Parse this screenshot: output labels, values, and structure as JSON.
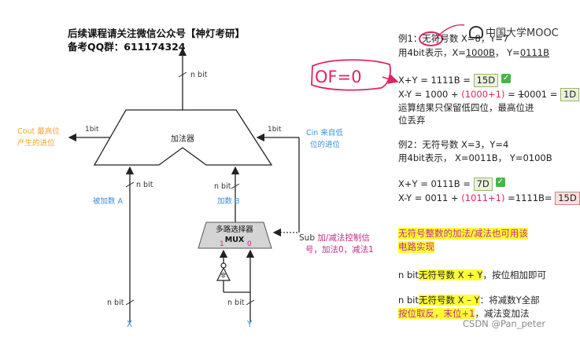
{
  "header": {
    "line1": "后续课程请关注微信公众号【神灯考研】",
    "line2": "备考QQ群：611174324"
  },
  "mooc_label": "中国大学MOOC",
  "diagram": {
    "adder_label": "加法器",
    "n_bit": "n bit",
    "one_bit": "1bit",
    "cout_label_1": "Cout 最高位",
    "cout_label_2": "产生的进位",
    "cin_label_1": "Cin 来自低",
    "cin_label_2": "位的进位",
    "addend_a": "被加数 A",
    "addend_b": "加数 B",
    "mux_label_1": "多路选择器",
    "mux_label_2": "MUX",
    "mux_in1": "1",
    "mux_in0": "0",
    "not_label": "非",
    "input_x": "X",
    "input_y": "Y",
    "sub_label_1": "Sub",
    "sub_label_2": " 加/减法控制信",
    "sub_label_3": "号，加法0，减法1"
  },
  "annotation": {
    "ofz": "OF=0"
  },
  "panel": {
    "ex1_title_a": "例1：",
    "ex1_title_b": "无符",
    "ex1_title_c": "号数 X=8，Y=7",
    "ex1_bits_a": "用4bit表示，X=",
    "ex1_bits_x": "1000B",
    "ex1_bits_b": "，  Y=",
    "ex1_bits_y": "0111B",
    "ex1_add": "X+Y = 1111B  = ",
    "ex1_add_box": "15D",
    "ex1_sub_a": "X-Y = 1000 + ",
    "ex1_sub_b": "(1000+1)",
    "ex1_sub_c": " = ",
    "ex1_sub_d": "1",
    "ex1_sub_e": "0001 = ",
    "ex1_sub_box": "1D",
    "ex1_note1": "运算结果只保留低四位，最高位进",
    "ex1_note2": "位丢弃",
    "ex2_title": "例2：无符号数 X=3，Y=4",
    "ex2_bits": "用4bit表示，  X=0011B，  Y=0100B",
    "ex2_add": "X+Y = 0111B = ",
    "ex2_add_box": "7D",
    "ex2_sub_a": "X-Y = 0011 + ",
    "ex2_sub_b": "(1011+1)",
    "ex2_sub_c": " =1111B= ",
    "ex2_sub_box": "15D",
    "summary1": "无符号整数的加法/减法也可用该",
    "summary2": "电路实现",
    "nb_add_a": "n bit",
    "nb_add_b": "无符号数 X + Y",
    "nb_add_c": "，按位相加即可",
    "nb_sub_a": "n bit",
    "nb_sub_b": "无符号数 X – Y",
    "nb_sub_c": "：将减数Y全部",
    "nb_sub_d": "按位取反，末位+1",
    "nb_sub_e": "，减法变加法"
  },
  "footer": "CSDN @Pan_peter",
  "colors": {
    "blue": "#3a8fd8",
    "orange": "#f2a430",
    "magenta": "#c62a84",
    "red": "#e0245e",
    "highlight": "#ffff33"
  }
}
